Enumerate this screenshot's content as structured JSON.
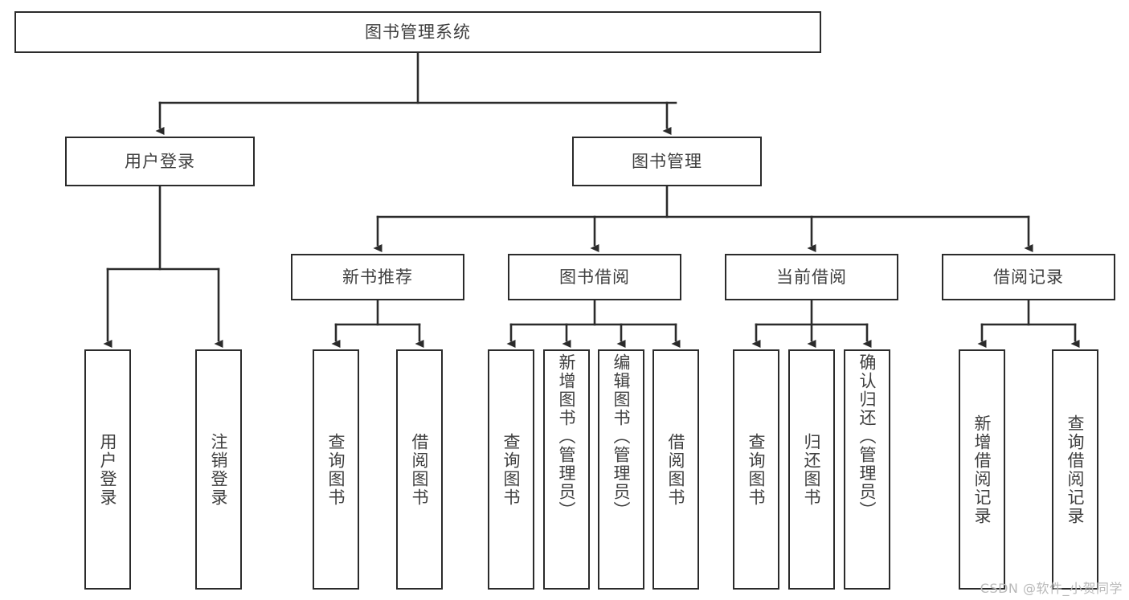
{
  "diagram": {
    "title": "图书管理系统",
    "type": "hierarchy-tree",
    "colors": {
      "box_border": "#2b2b2b",
      "box_fill": "#ffffff",
      "text": "#3f3f3f",
      "connector": "#2b2b2b",
      "watermark": "#b9b9b9"
    },
    "root": {
      "label": "图书管理系统"
    },
    "level2": [
      {
        "label": "用户登录"
      },
      {
        "label": "图书管理"
      }
    ],
    "level3": [
      {
        "label": "新书推荐"
      },
      {
        "label": "图书借阅"
      },
      {
        "label": "当前借阅"
      },
      {
        "label": "借阅记录"
      }
    ],
    "leaves": [
      {
        "label": "用户登录",
        "parent": "用户登录"
      },
      {
        "label": "注销登录",
        "parent": "用户登录"
      },
      {
        "label": "查询图书",
        "parent": "新书推荐"
      },
      {
        "label": "借阅图书",
        "parent": "新书推荐"
      },
      {
        "label": "查询图书",
        "parent": "图书借阅"
      },
      {
        "label": "新增图书（管理员）",
        "parent": "图书借阅"
      },
      {
        "label": "编辑图书（管理员）",
        "parent": "图书借阅"
      },
      {
        "label": "借阅图书",
        "parent": "图书借阅"
      },
      {
        "label": "查询图书",
        "parent": "当前借阅"
      },
      {
        "label": "归还图书",
        "parent": "当前借阅"
      },
      {
        "label": "确认归还（管理员）",
        "parent": "当前借阅"
      },
      {
        "label": "新增借阅记录",
        "parent": "借阅记录"
      },
      {
        "label": "查询借阅记录",
        "parent": "借阅记录"
      }
    ],
    "watermark": "CSDN @软件_小贺同学"
  }
}
